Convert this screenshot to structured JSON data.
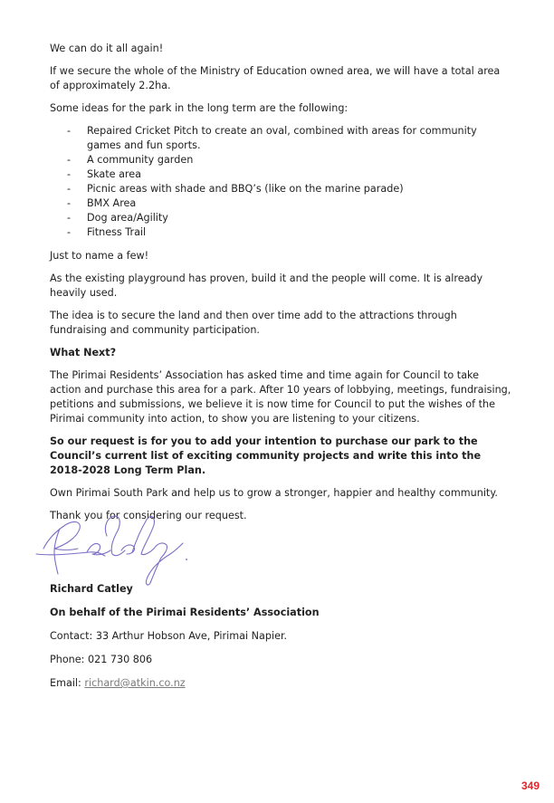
{
  "body": {
    "intro": "We can do it all again!",
    "area_para": "If we secure the whole of the Ministry of Education owned area, we will have a total area of approximately 2.2ha.",
    "ideas_intro": "Some ideas for the park in the long term are the following:",
    "ideas": [
      "Repaired Cricket Pitch to create an oval, combined with areas for community games and fun sports.",
      "A community garden",
      "Skate area",
      "Picnic areas with shade and BBQ’s (like on the marine parade)",
      "BMX Area",
      "Dog area/Agility",
      "Fitness Trail"
    ],
    "bullet_marker": "-",
    "just_few": "Just to name a few!",
    "playground_para": "As the existing playground has proven, build it and the people will come. It is already heavily used.",
    "idea_para": "The idea is to secure the land and then over time add to the attractions through fundraising and community participation.",
    "what_next_heading": "What Next?",
    "association_para": "The Pirimai Residents’ Association has asked time and time again for Council to take action and purchase this area for a park.  After 10 years of lobbying, meetings, fundraising, petitions and submissions, we believe it is now time for Council to put the wishes of the Pirimai community into action, to show you are listening to your citizens.",
    "request_para": "So our request is for you to add your intention to purchase our park to the Council’s current list of exciting community projects and write this into the 2018-2028 Long Term Plan.",
    "own_para": "Own Pirimai South Park and help us to grow a stronger, happier and healthy community.",
    "thanks_para": "Thank you for considering our request."
  },
  "signoff": {
    "name": "Richard Catley",
    "on_behalf": "On behalf of the Pirimai Residents’ Association",
    "contact": "Contact:  33 Arthur Hobson Ave, Pirimai Napier.",
    "phone": "Phone: 021 730 806",
    "email_label": "Email: ",
    "email_value": "richard@atkin.co.nz"
  },
  "signature_color": "#7b6fc4",
  "page_number": "349",
  "page_number_color": "#e5232b"
}
